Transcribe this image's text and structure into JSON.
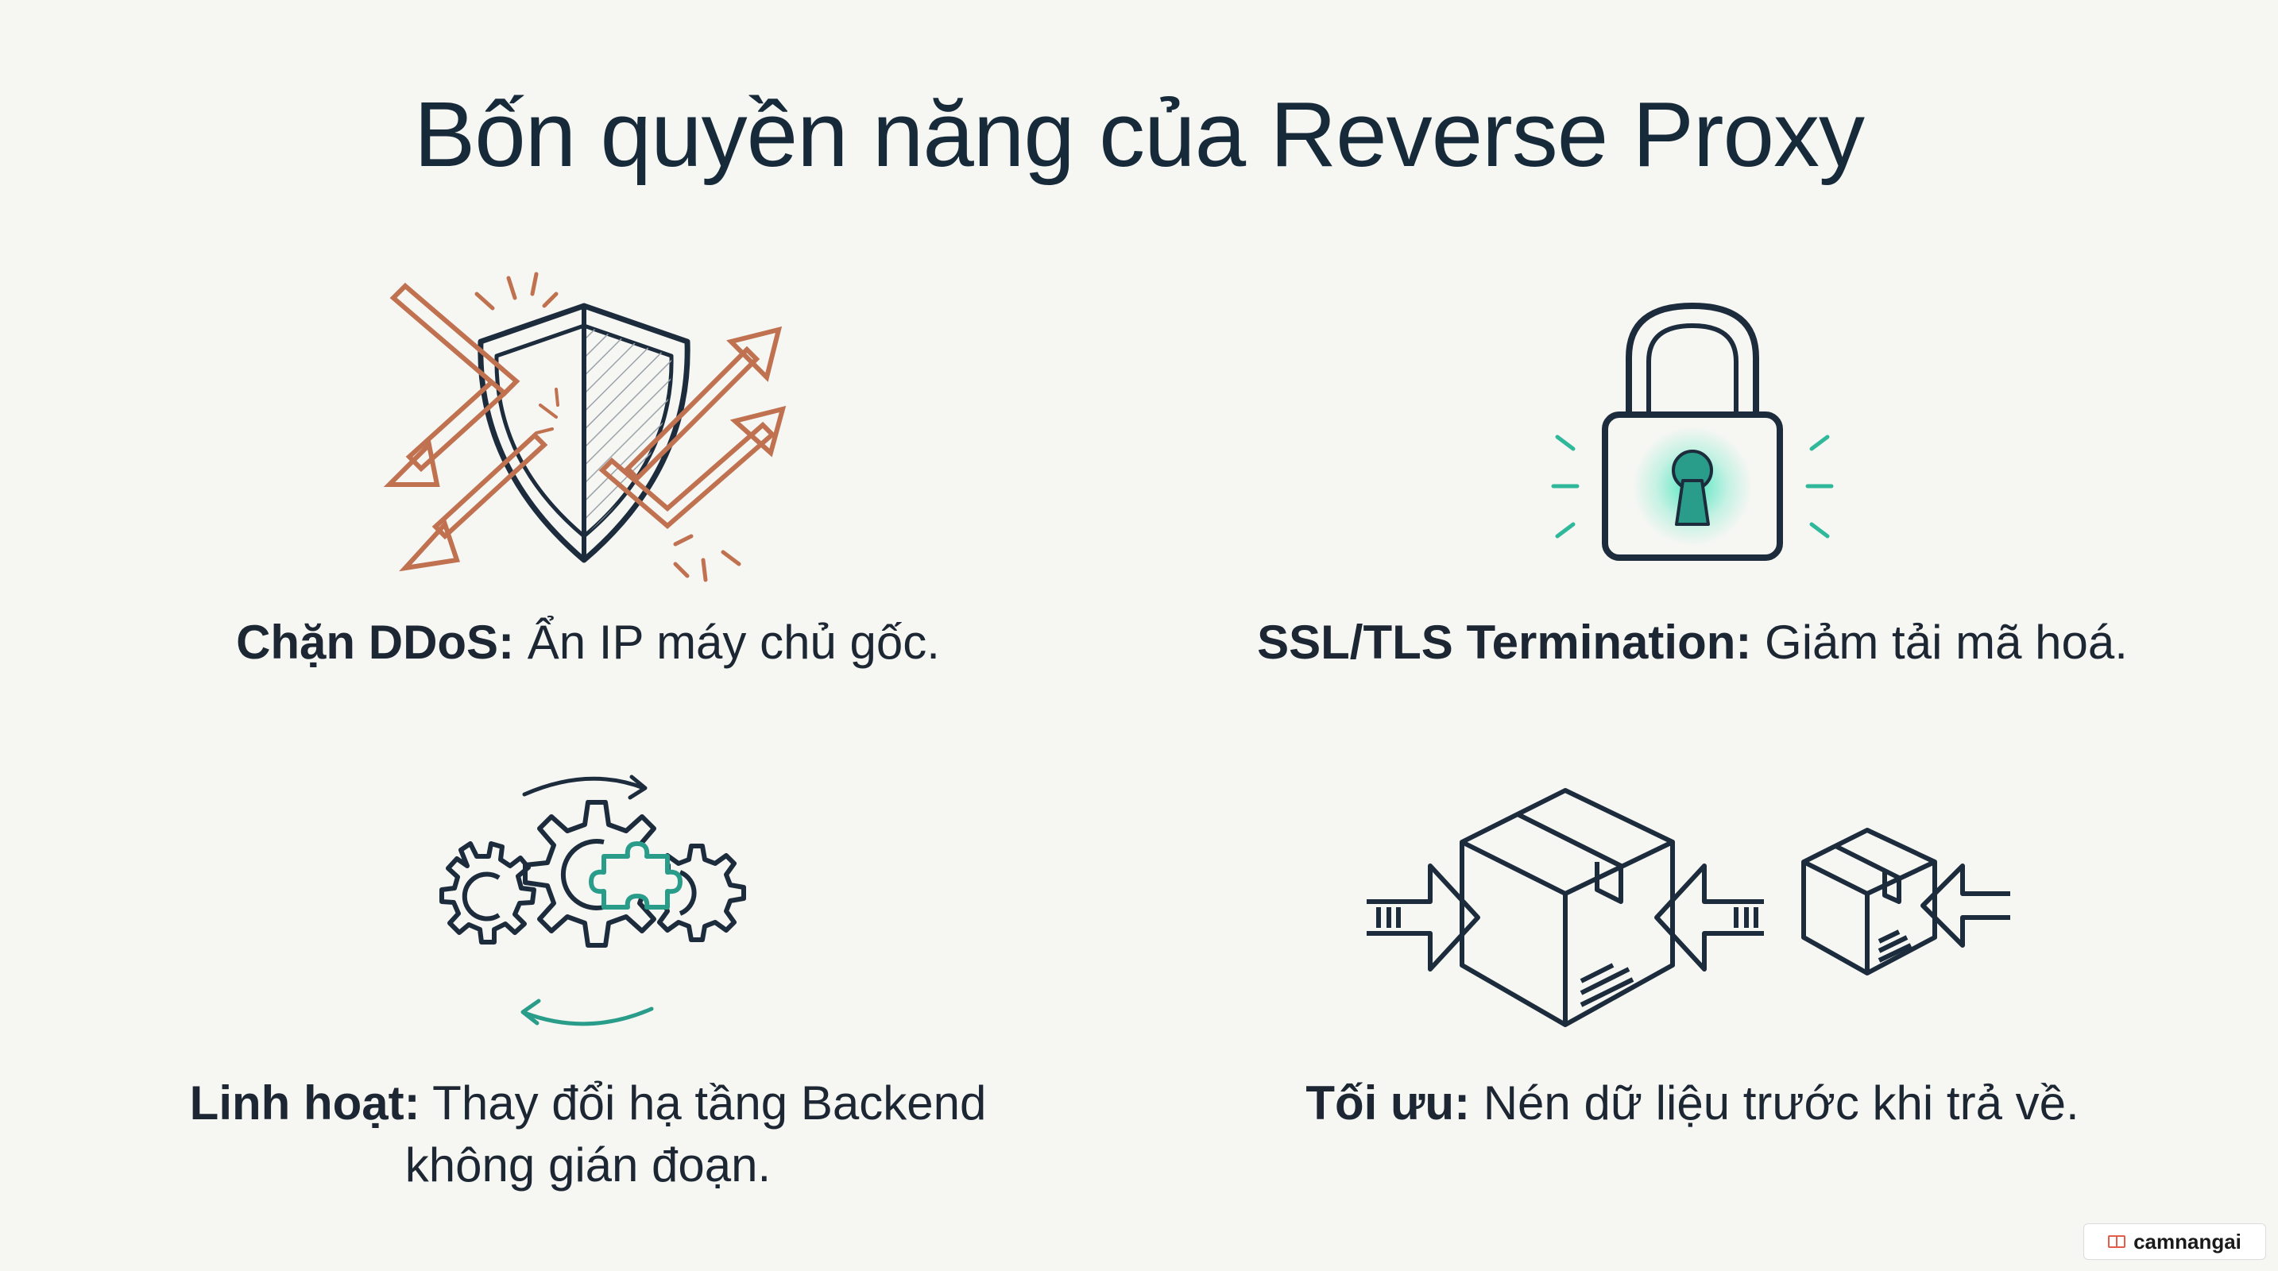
{
  "title": "Bốn quyền năng của Reverse Proxy",
  "colors": {
    "navy": "#1c2c3c",
    "orange": "#c0714f",
    "teal": "#2a9d8a",
    "glow": "#2fe3b4"
  },
  "features": [
    {
      "icon": "shield-arrows-icon",
      "label_bold": "Chặn DDoS:",
      "label_rest": " Ẩn IP máy chủ gốc."
    },
    {
      "icon": "padlock-icon",
      "label_bold": "SSL/TLS Termination:",
      "label_rest": " Giảm tải mã hoá."
    },
    {
      "icon": "gears-puzzle-icon",
      "label_bold": "Linh hoạt:",
      "label_rest": " Thay đổi hạ tầng Backend không gián đoạn."
    },
    {
      "icon": "compress-boxes-icon",
      "label_bold": "Tối ưu:",
      "label_rest": " Nén dữ liệu trước khi trả về."
    }
  ],
  "watermark": {
    "text": "camnangai",
    "icon": "book-icon"
  }
}
